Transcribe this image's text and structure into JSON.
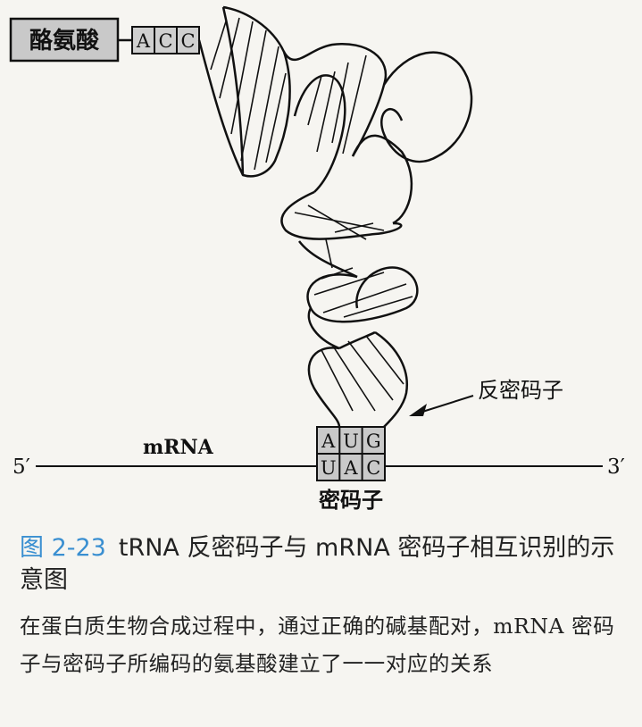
{
  "figure": {
    "amino_acid_label": "酪氨酸",
    "acceptor_bases": [
      "A",
      "C",
      "C"
    ],
    "anticodon_label": "反密码子",
    "anticodon_bases": [
      "A",
      "U",
      "G"
    ],
    "codon_bases": [
      "U",
      "A",
      "C"
    ],
    "mrna_label": "mRNA",
    "five_prime": "5′",
    "three_prime": "3′",
    "codon_label": "密码子"
  },
  "caption": {
    "figure_number": "图 2-23",
    "title": "tRNA 反密码子与 mRNA 密码子相互识别的示意图"
  },
  "description": "在蛋白质生物合成过程中，通过正确的碱基配对，mRNA 密码子与密码子所编码的氨基酸建立了一一对应的关系"
}
